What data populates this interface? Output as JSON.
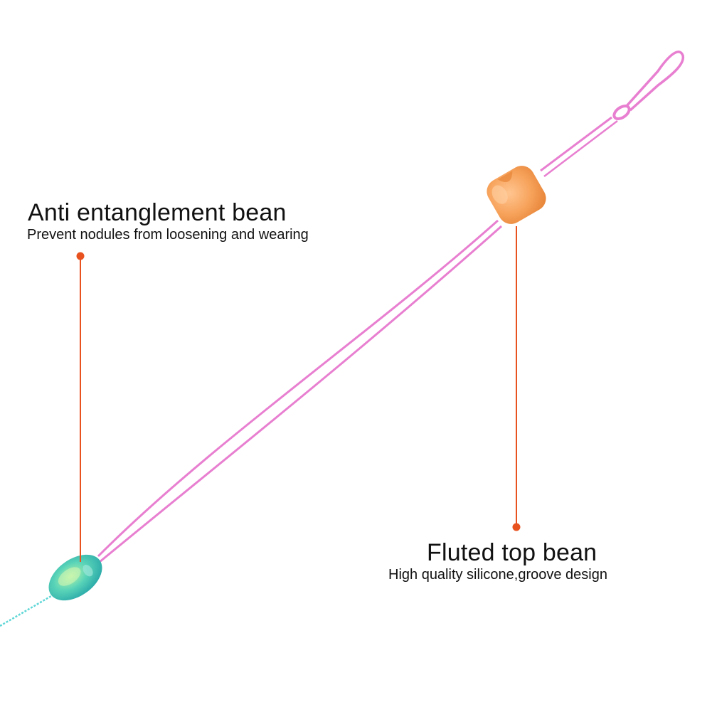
{
  "callouts": {
    "left": {
      "title": "Anti entanglement bean",
      "subtitle": "Prevent nodules from loosening and wearing"
    },
    "right": {
      "title": "Fluted top bean",
      "subtitle": "High quality silicone,groove design"
    }
  },
  "colors": {
    "background": "#ffffff",
    "line_pink": "#e87fd0",
    "line_cyan": "#5fd6d6",
    "bead_orange": "#f7a35c",
    "bead_teal": "#3fc9b4",
    "leader": "#e8521f"
  }
}
